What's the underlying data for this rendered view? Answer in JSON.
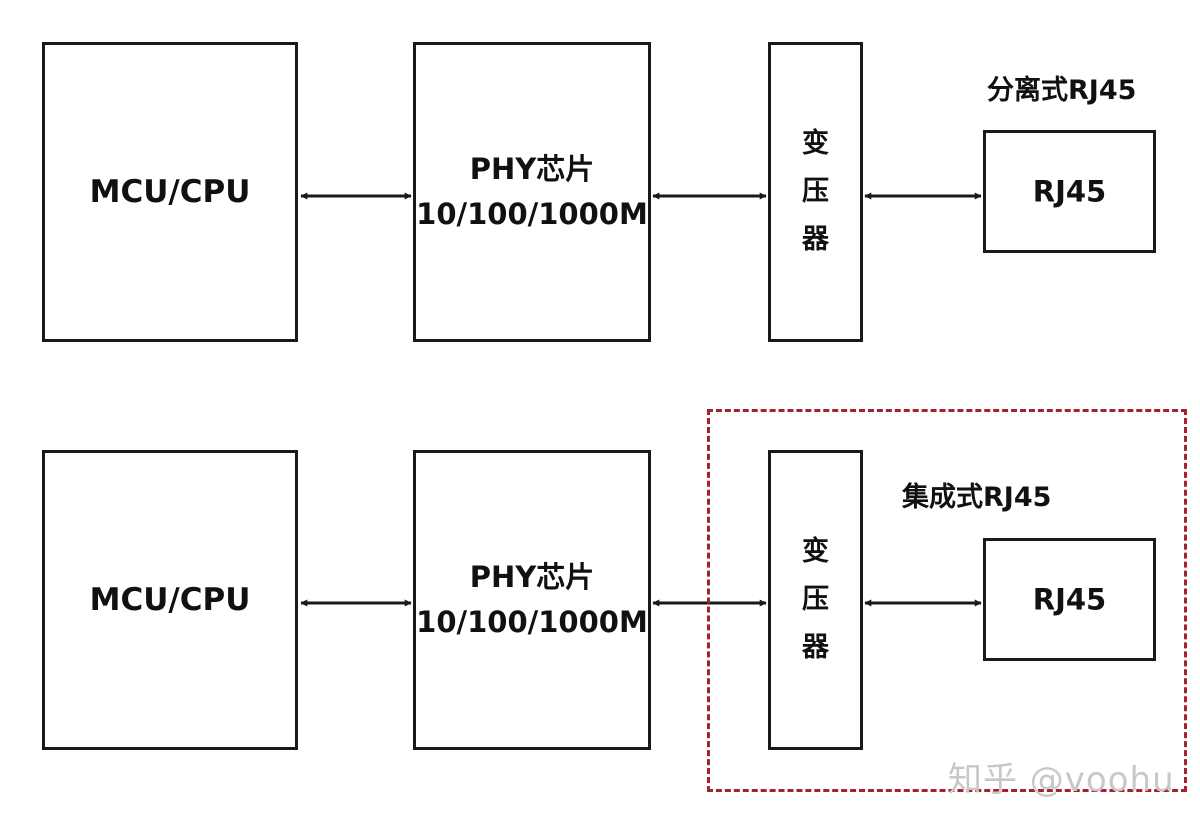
{
  "top_diagram": {
    "mcu_label": "MCU/CPU",
    "phy_line1": "PHY芯片",
    "phy_line2": "10/100/1000M",
    "transformer_chars": [
      "变",
      "压",
      "器"
    ],
    "heading": "分离式RJ45",
    "rj45_label": "RJ45"
  },
  "bottom_diagram": {
    "mcu_label": "MCU/CPU",
    "phy_line1": "PHY芯片",
    "phy_line2": "10/100/1000M",
    "transformer_chars": [
      "变",
      "压",
      "器"
    ],
    "heading": "集成式RJ45",
    "rj45_label": "RJ45"
  },
  "watermark": "知乎 @voohu",
  "colors": {
    "line": "#1a1a1a",
    "dashed_border": "#a5212e",
    "watermark": "#c8c8c8"
  }
}
